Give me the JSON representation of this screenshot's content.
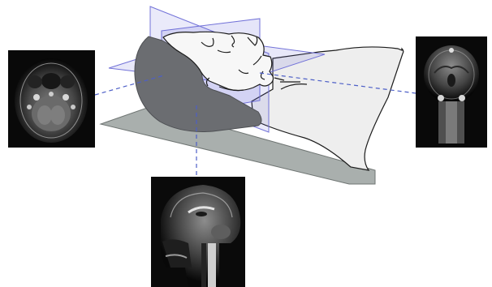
{
  "diagram": {
    "type": "mri-imaging-planes",
    "planes": [
      {
        "name": "axial",
        "image": "axial-mri-slice"
      },
      {
        "name": "coronal",
        "image": "coronal-mri-slice"
      },
      {
        "name": "sagittal",
        "image": "sagittal-mri-slice"
      }
    ],
    "colors": {
      "background": "#ffffff",
      "plane_fill": "#5d5dd8",
      "plane_stroke": "#7272d8",
      "table": "#a9afad",
      "body_fill": "#eeeeee",
      "head_shadow": "#6b6d71",
      "leader_line": "#4d5fc7",
      "scan_frame": "#111111"
    }
  }
}
